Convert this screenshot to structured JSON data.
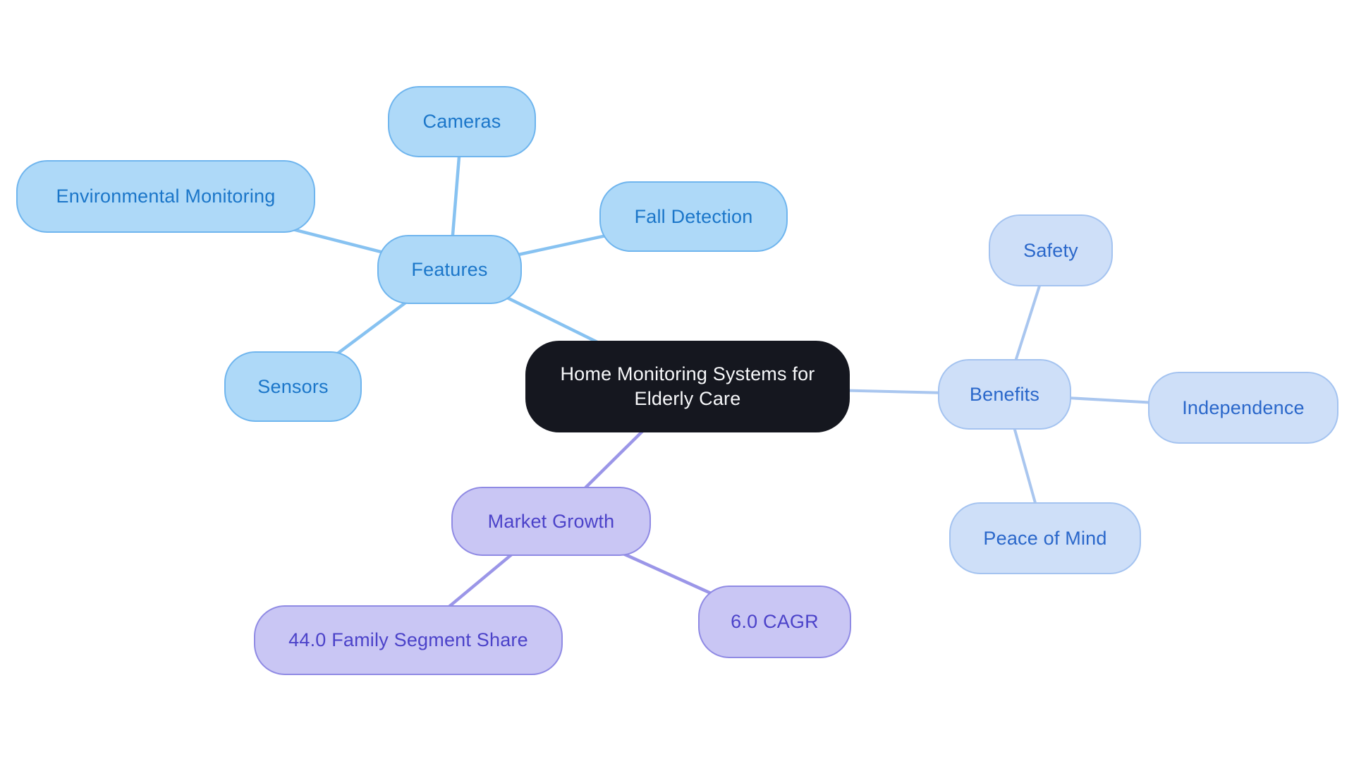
{
  "diagram": {
    "type": "mindmap",
    "root_key": "root",
    "edges": [
      [
        "root",
        "features"
      ],
      [
        "features",
        "cameras"
      ],
      [
        "features",
        "env"
      ],
      [
        "features",
        "fall"
      ],
      [
        "features",
        "sensors"
      ],
      [
        "root",
        "benefits"
      ],
      [
        "benefits",
        "safety"
      ],
      [
        "benefits",
        "independence"
      ],
      [
        "benefits",
        "peace"
      ],
      [
        "root",
        "market"
      ],
      [
        "market",
        "family"
      ],
      [
        "market",
        "cagr"
      ]
    ]
  },
  "nodes": {
    "root": {
      "label": "Home Monitoring Systems for Elderly Care",
      "group": "root"
    },
    "features": {
      "label": "Features",
      "group": "features"
    },
    "cameras": {
      "label": "Cameras",
      "group": "features"
    },
    "env": {
      "label": "Environmental Monitoring",
      "group": "features"
    },
    "fall": {
      "label": "Fall Detection",
      "group": "features"
    },
    "sensors": {
      "label": "Sensors",
      "group": "features"
    },
    "benefits": {
      "label": "Benefits",
      "group": "benefits"
    },
    "safety": {
      "label": "Safety",
      "group": "benefits"
    },
    "independence": {
      "label": "Independence",
      "group": "benefits"
    },
    "peace": {
      "label": "Peace of Mind",
      "group": "benefits"
    },
    "market": {
      "label": "Market Growth",
      "group": "market"
    },
    "family": {
      "label": "44.0 Family Segment Share",
      "group": "market"
    },
    "cagr": {
      "label": "6.0 CAGR",
      "group": "market"
    }
  },
  "metrics": {
    "family_segment_share": 44.0,
    "cagr": 6.0
  },
  "palette": {
    "background": "#FFFFFF",
    "root_fill": "#15171F",
    "root_text": "#F7F8FA",
    "features_fill": "#AED9F8",
    "features_border": "#6FB5EE",
    "features_text": "#1B76C9",
    "features_edge": "#87C2F1",
    "benefits_fill": "#CEDFF8",
    "benefits_border": "#A4C3F0",
    "benefits_text": "#2A67CA",
    "benefits_edge": "#A9C6EF",
    "market_fill": "#C9C6F4",
    "market_border": "#8F8AE4",
    "market_text": "#4B42C9",
    "market_edge": "#9B96E8"
  }
}
